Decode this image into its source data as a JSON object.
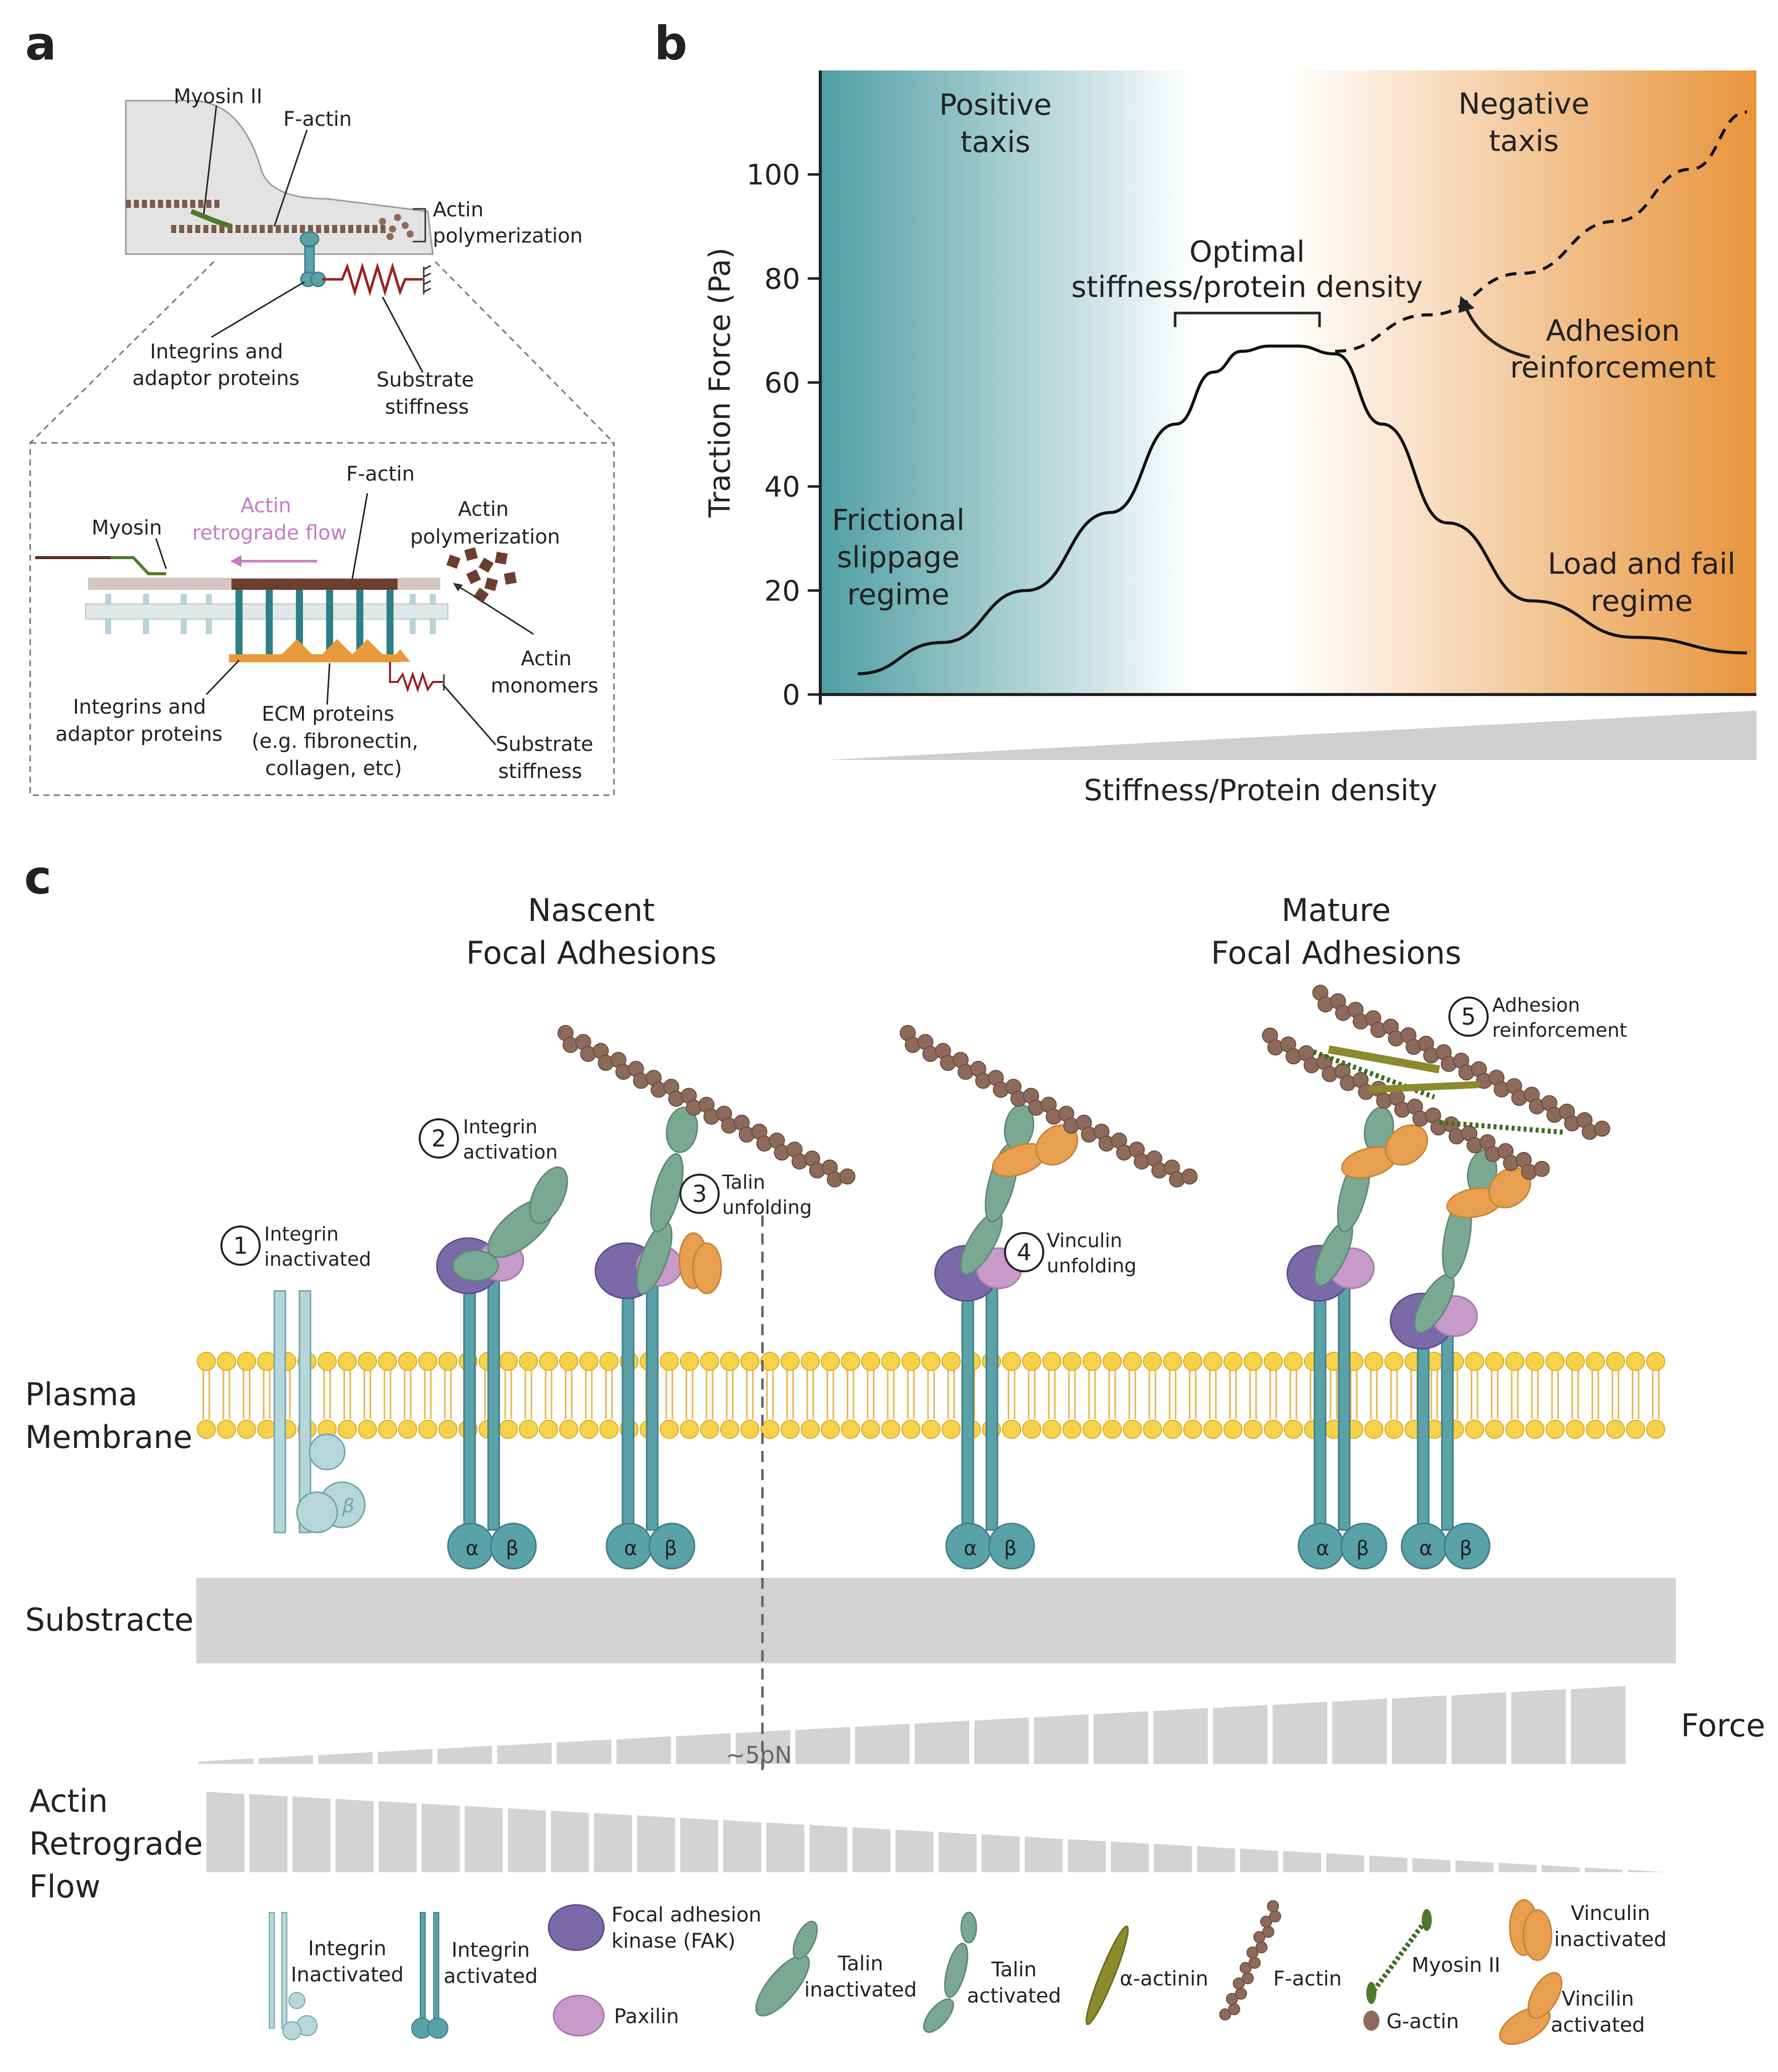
{
  "panel_labels": {
    "a": "a",
    "b": "b",
    "c": "c"
  },
  "colors": {
    "teal": "#4f9ea2",
    "orange": "#e8943b",
    "integrin": "#5aa1a8",
    "talin": "#7ba892",
    "fak": "#7a6aa8",
    "paxilin": "#c79ac9",
    "vinculin": "#e8a050",
    "actin": "#8d6a5a",
    "myosin": "#4f7a2c",
    "actinin": "#8b8a2c",
    "membrane_head": "#f6d24b",
    "spring": "#9a2020",
    "flow_arrow": "#c77ac8"
  },
  "panel_a": {
    "top": {
      "myosin": "Myosin II",
      "factin": "F-actin",
      "actin_poly_1": "Actin",
      "actin_poly_2": "polymerization",
      "integrins_1": "Integrins and",
      "integrins_2": "adaptor proteins",
      "stiffness_1": "Substrate",
      "stiffness_2": "stiffness"
    },
    "inset": {
      "factin": "F-actin",
      "myosin": "Myosin",
      "flow_1": "Actin",
      "flow_2": "retrograde flow",
      "poly_1": "Actin",
      "poly_2": "polymerization",
      "monomers_1": "Actin",
      "monomers_2": "monomers",
      "integrins_1": "Integrins and",
      "integrins_2": "adaptor proteins",
      "ecm_1": "ECM proteins",
      "ecm_2": "(e.g. fibronectin,",
      "ecm_3": "collagen, etc)",
      "stiffness_1": "Substrate",
      "stiffness_2": "stiffness"
    }
  },
  "chart_data": {
    "type": "line",
    "ylabel": "Traction Force (Pa)",
    "xlabel": "Stiffness/Protein density",
    "ylim": [
      0,
      120
    ],
    "yticks": [
      0,
      20,
      40,
      60,
      80,
      100
    ],
    "x_axis_note": "relative, unlabeled (0-1)",
    "series": [
      {
        "style": "solid",
        "x": [
          0.04,
          0.13,
          0.22,
          0.31,
          0.38,
          0.42,
          0.45,
          0.48,
          0.51,
          0.55,
          0.6,
          0.67,
          0.76,
          0.87,
          0.99
        ],
        "y": [
          4,
          10,
          20,
          35,
          52,
          62,
          66,
          67,
          67,
          65.5,
          52,
          33,
          18,
          11,
          8
        ]
      },
      {
        "style": "dashed",
        "x": [
          0.55,
          0.65,
          0.75,
          0.85,
          0.93,
          0.99
        ],
        "y": [
          66,
          73,
          81,
          91,
          101,
          112
        ]
      }
    ],
    "regions": {
      "left_1": "Positive",
      "left_2": "taxis",
      "right_1": "Negative",
      "right_2": "taxis"
    },
    "annotations": {
      "optimal_1": "Optimal",
      "optimal_2": "stiffness/protein density",
      "reinf_1": "Adhesion",
      "reinf_2": "reinforcement",
      "slip_1": "Frictional",
      "slip_2": "slippage",
      "slip_3": "regime",
      "load_1": "Load and fail",
      "load_2": "regime"
    }
  },
  "panel_c": {
    "nascent_1": "Nascent",
    "nascent_2": "Focal Adhesions",
    "mature_1": "Mature",
    "mature_2": "Focal Adhesions",
    "steps": [
      {
        "n": "1",
        "l1": "Integrin",
        "l2": "inactivated"
      },
      {
        "n": "2",
        "l1": "Integrin",
        "l2": "activation"
      },
      {
        "n": "3",
        "l1": "Talin",
        "l2": "unfolding"
      },
      {
        "n": "4",
        "l1": "Vinculin",
        "l2": "unfolding"
      },
      {
        "n": "5",
        "l1": "Adhesion",
        "l2": "reinforcement"
      }
    ],
    "membrane_1": "Plasma",
    "membrane_2": "Membrane",
    "substrate": "Substracte",
    "force": "Force",
    "threshold": "~5pN",
    "flow_1": "Actin",
    "flow_2": "Retrograde",
    "flow_3": "Flow",
    "alpha": "α",
    "beta": "β",
    "legend": {
      "int_inact_1": "Integrin",
      "int_inact_2": "Inactivated",
      "int_act_1": "Integrin",
      "int_act_2": "activated",
      "fak_1": "Focal adhesion",
      "fak_2": "kinase (FAK)",
      "paxilin": "Paxilin",
      "talin_inact_1": "Talin",
      "talin_inact_2": "inactivated",
      "talin_act_1": "Talin",
      "talin_act_2": "activated",
      "actinin": "α-actinin",
      "factin": "F-actin",
      "myosin": "Myosin II",
      "gactin": "G-actin",
      "vinc_inact_1": "Vinculin",
      "vinc_inact_2": "inactivated",
      "vinc_act_1": "Vincilin",
      "vinc_act_2": "activated"
    }
  }
}
